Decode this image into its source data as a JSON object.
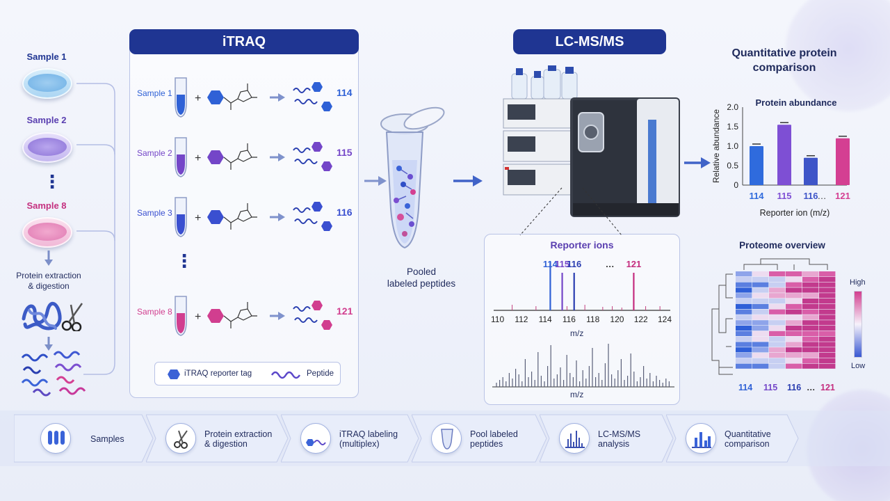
{
  "samples": {
    "items": [
      {
        "label": "Sample 1",
        "color": "#3a63d8"
      },
      {
        "label": "Sample 2",
        "color": "#7a4fd0"
      },
      {
        "label": "Sample 8",
        "color": "#d63c93"
      }
    ],
    "ellipsis": "⋮",
    "extraction_label": "Protein extraction\n& digestion"
  },
  "itraq": {
    "title": "iTRAQ",
    "rows": [
      {
        "label": "Sample 1",
        "channel": "114",
        "color": "#2f61d6"
      },
      {
        "label": "Sample 2",
        "channel": "115",
        "color": "#7446c8"
      },
      {
        "label": "Sample 3",
        "channel": "116",
        "color": "#3a4fd0"
      },
      {
        "label": "Sample 8",
        "channel": "121",
        "color": "#d13e8f"
      }
    ],
    "plus": "+",
    "ellipsis": "⋮",
    "legend": {
      "tag": "iTRAQ reporter tag",
      "peptide": "Peptide"
    }
  },
  "pooled": {
    "label": "Pooled\nlabeled peptides"
  },
  "lcms": {
    "title": "LC-MS/MS"
  },
  "reporter": {
    "title": "Reporter ions",
    "peak_labels": [
      {
        "text": "114",
        "color": "#2f61d6"
      },
      {
        "text": "115",
        "color": "#7446c8"
      },
      {
        "text": "116",
        "color": "#2a3db0"
      },
      {
        "text": "…",
        "color": "#333"
      },
      {
        "text": "121",
        "color": "#c42c7e"
      }
    ],
    "ticks": [
      "110",
      "112",
      "114",
      "116",
      "118",
      "120",
      "122",
      "124"
    ],
    "xlabel": "m/z",
    "xlabel2": "m/z"
  },
  "quant": {
    "title": "Quantitative protein\ncomparison",
    "colors": {
      "c114": "#2f6bdd",
      "c115": "#7e4fd4",
      "c116": "#3e55c8",
      "c121": "#d43f92"
    }
  },
  "chart_data": {
    "type": "bar",
    "title": "Protein abundance",
    "categories": [
      "114",
      "115",
      "116",
      "121"
    ],
    "extra_tick": "…",
    "values": [
      1.0,
      1.55,
      0.7,
      1.2
    ],
    "ylabel": "Relative abundance",
    "xlabel": "Reporter ion (m/z)",
    "ylim": [
      0,
      2.0
    ],
    "yticks": [
      "0",
      "0.5",
      "1.0",
      "1.5",
      "2.0"
    ]
  },
  "heatmap": {
    "title": "Proteome overview",
    "high": "High",
    "low": "Low",
    "cols": [
      "114",
      "115",
      "116",
      "…",
      "121"
    ],
    "col_colors": [
      "#2f61d6",
      "#7446c8",
      "#2a3db0",
      "#333",
      "#c42c7e"
    ]
  },
  "workflow": {
    "steps": [
      {
        "label": "Samples"
      },
      {
        "label": "Protein extraction\n& digestion"
      },
      {
        "label": "iTRAQ labeling\n(multiplex)"
      },
      {
        "label": "Pool labeled\npeptides"
      },
      {
        "label": "LC-MS/MS\nanalysis"
      },
      {
        "label": "Quantitative\ncomparison"
      }
    ]
  }
}
